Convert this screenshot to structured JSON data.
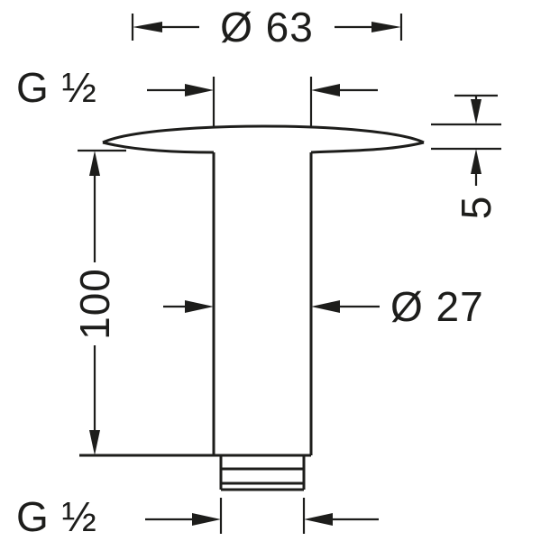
{
  "colors": {
    "line": "#1d1d1b",
    "background": "#ffffff"
  },
  "dimensions": {
    "flange_diameter": "Ø 63",
    "top_thread": "G ½",
    "flange_thickness": "5",
    "body_length": "100",
    "pipe_diameter": "Ø 27",
    "bottom_thread": "G ½"
  }
}
